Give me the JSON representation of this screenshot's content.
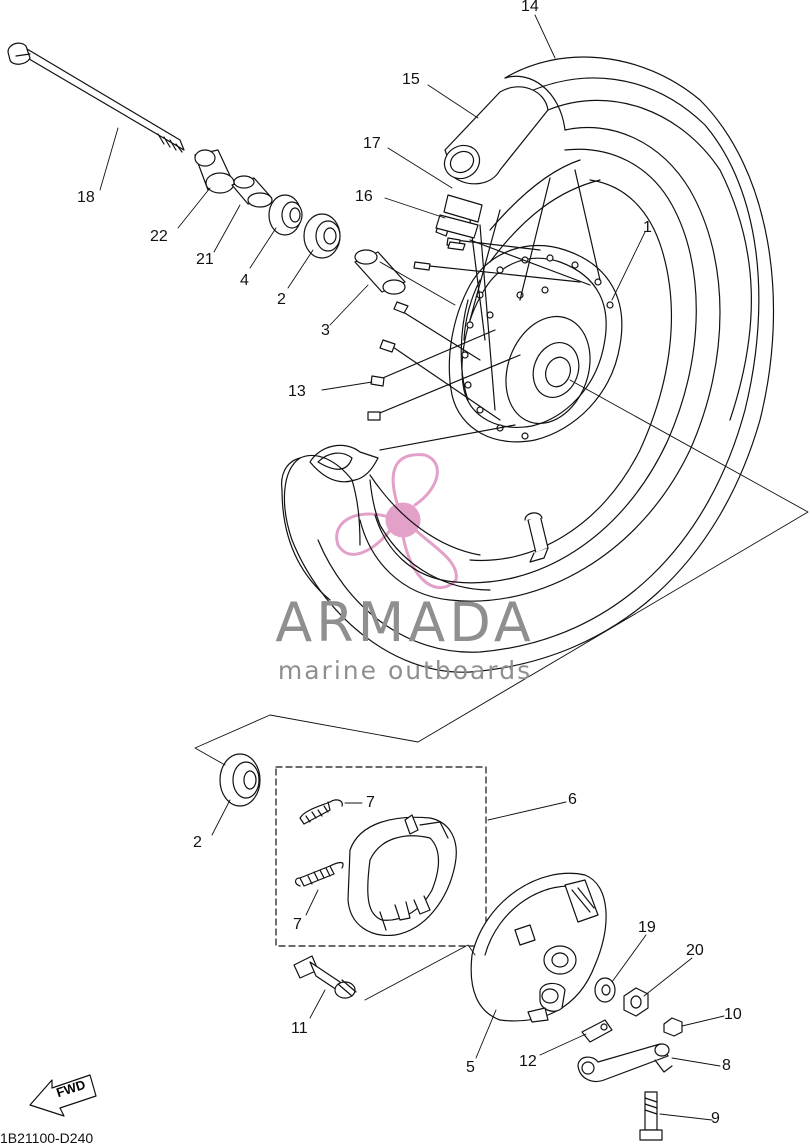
{
  "diagram": {
    "reference_code": "1B21100-D240",
    "direction_label": "FWD",
    "watermark": {
      "name": "ARMADA",
      "tagline": "marine outboards",
      "color": "#8f8f8f",
      "logo_color": "#e3a0c8"
    },
    "callouts": {
      "c1": "1",
      "c2a": "2",
      "c2b": "2",
      "c3": "3",
      "c4": "4",
      "c5": "5",
      "c6": "6",
      "c7a": "7",
      "c7b": "7",
      "c8": "8",
      "c9": "9",
      "c10": "10",
      "c11": "11",
      "c12": "12",
      "c13": "13",
      "c14": "14",
      "c15": "15",
      "c16": "16",
      "c17": "17",
      "c18": "18",
      "c19": "19",
      "c20": "20",
      "c21": "21",
      "c22": "22"
    }
  }
}
